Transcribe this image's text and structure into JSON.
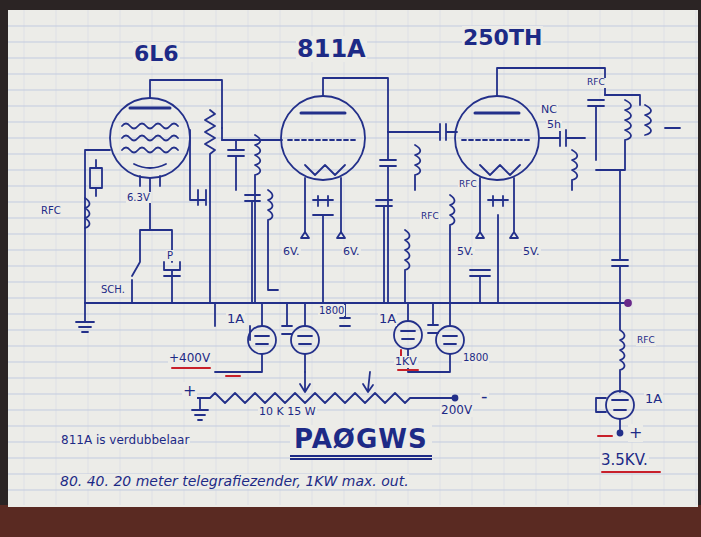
{
  "diagram": {
    "title": "PAØGWS",
    "caption": "80. 40. 20 meter telegrafiezender, 1KW max. out.",
    "labels": [
      "6L6",
      "811A",
      "250TH",
      "RFC",
      "6.3V",
      "SCH.",
      "P",
      "NC",
      "5h",
      "RFC",
      "6V.",
      "6V.",
      "RFC",
      "RFC",
      "5V.",
      "5V.",
      "1A",
      "1800",
      "1A",
      "1800",
      "+400V",
      "1KV",
      "+",
      "10 K 15 W",
      "200V",
      "-",
      "RFC",
      "1A",
      "+",
      "3.5KV.",
      "811A is verdubbelaar"
    ]
  }
}
